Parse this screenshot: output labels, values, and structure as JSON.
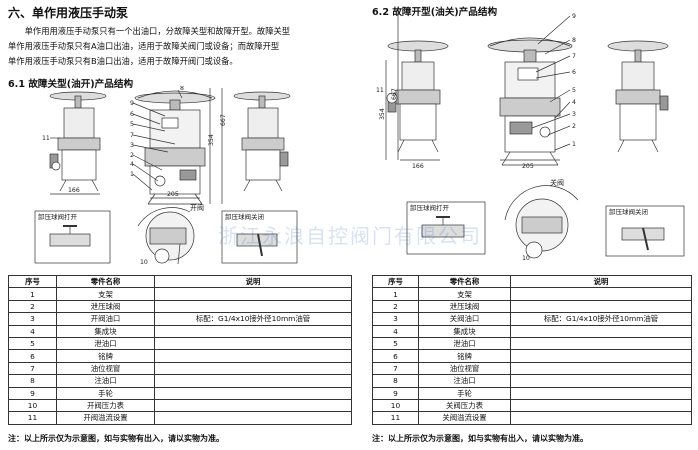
{
  "section_title": "六、单作用液压手动泵",
  "intro": {
    "line1": "单作用用液压手动泵只有一个出油口，分故障关型和故障开型。故障关型",
    "line2": "单作用液压手动泵只有A油口出油，适用于故障关阀门或设备；而故障开型",
    "line3": "单作用液压手动泵只有B油口出油，适用于故障开阀门或设备。"
  },
  "left": {
    "heading": "6.1 故障关型(油开)产品结构",
    "dims": {
      "d667": "667",
      "d354": "354",
      "d205": "205",
      "d166": "166"
    },
    "callouts": [
      "9",
      "6",
      "5",
      "7",
      "3",
      "2",
      "4",
      "1",
      "8",
      "11",
      "10"
    ],
    "valve_open_label": "开阀",
    "box_unload_open": "卸压球阀打开",
    "box_unload_close": "卸压球阀关闭"
  },
  "right": {
    "heading": "6.2 故障开型(油关)产品结构",
    "dims": {
      "d667": "667",
      "d354": "354",
      "d205": "205",
      "d166": "166"
    },
    "callouts": [
      "9",
      "8",
      "7",
      "6",
      "5",
      "4",
      "3",
      "2",
      "1",
      "11",
      "10"
    ],
    "valve_close_label": "关阀",
    "box_unload_open": "卸压球阀打开",
    "box_unload_close": "卸压球阀关闭"
  },
  "watermark": "浙江永浪自控阀门有限公司",
  "table_left": {
    "headers": [
      "序号",
      "零件名称",
      "说明"
    ],
    "rows": [
      [
        "1",
        "支架",
        ""
      ],
      [
        "2",
        "泄压球阀",
        ""
      ],
      [
        "3",
        "开阀油口",
        "标配：G1/4x10接外径10mm油管"
      ],
      [
        "4",
        "集成块",
        ""
      ],
      [
        "5",
        "泄油口",
        ""
      ],
      [
        "6",
        "铭牌",
        ""
      ],
      [
        "7",
        "油位视窗",
        ""
      ],
      [
        "8",
        "注油口",
        ""
      ],
      [
        "9",
        "手轮",
        ""
      ],
      [
        "10",
        "开阀压力表",
        ""
      ],
      [
        "11",
        "开阀溢流设置",
        ""
      ]
    ],
    "note": "注：以上所示仅为示意图，如与实物有出入，请以实物为准。"
  },
  "table_right": {
    "headers": [
      "序号",
      "零件名称",
      "说明"
    ],
    "rows": [
      [
        "1",
        "支架",
        ""
      ],
      [
        "2",
        "泄压球阀",
        ""
      ],
      [
        "3",
        "关阀油口",
        "标配：G1/4x10接外径10mm油管"
      ],
      [
        "4",
        "集成块",
        ""
      ],
      [
        "5",
        "泄油口",
        ""
      ],
      [
        "6",
        "铭牌",
        ""
      ],
      [
        "7",
        "油位视窗",
        ""
      ],
      [
        "8",
        "注油口",
        ""
      ],
      [
        "9",
        "手轮",
        ""
      ],
      [
        "10",
        "关阀压力表",
        ""
      ],
      [
        "11",
        "关阀溢流设置",
        ""
      ]
    ],
    "note": "注：以上所示仅为示意图，如与实物有出入，请以实物为准。"
  }
}
